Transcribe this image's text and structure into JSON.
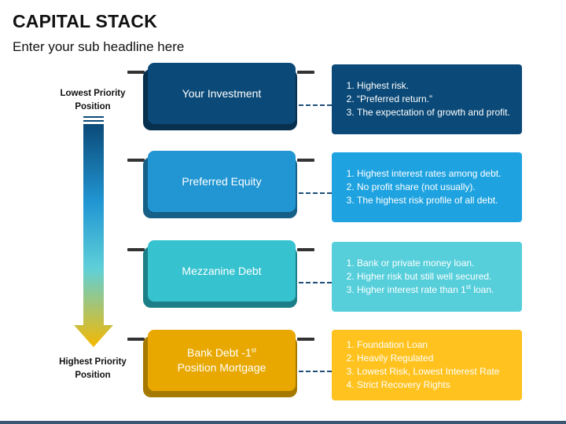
{
  "header": {
    "title": "CAPITAL STACK",
    "subtitle": "Enter your sub headline here"
  },
  "priority": {
    "top_label_line1": "Lowest Priority",
    "top_label_line2": "Position",
    "bottom_label_line1": "Highest Priority",
    "bottom_label_line2": "Position"
  },
  "colors": {
    "investment": "#0b4a78",
    "preferred": "#2196d3",
    "mezzanine": "#36c3cf",
    "bank": "#e8a800",
    "desc_investment": "#0b4a78",
    "desc_preferred": "#1fa3e0",
    "desc_mezzanine": "#56cfdb",
    "desc_bank": "#ffc21f"
  },
  "layers": [
    {
      "label": "Your Investment",
      "points": [
        "Highest risk.",
        "“Preferred return.”",
        "The expectation of growth and profit."
      ]
    },
    {
      "label": "Preferred Equity",
      "points": [
        "Highest interest rates among debt.",
        "No profit share (not usually).",
        "The highest risk profile of all debt."
      ]
    },
    {
      "label": "Mezzanine Debt",
      "points": [
        "Bank or private money loan.",
        "Higher risk but still well secured.",
        "Higher interest rate than 1",
        "st",
        " loan."
      ]
    },
    {
      "label_line1": "Bank Debt -1",
      "label_sup": "st",
      "label_line2": "Position Mortgage",
      "points": [
        "Foundation Loan",
        "Heavily Regulated",
        "Lowest Risk, Lowest Interest Rate",
        "Strict Recovery Rights"
      ]
    }
  ]
}
